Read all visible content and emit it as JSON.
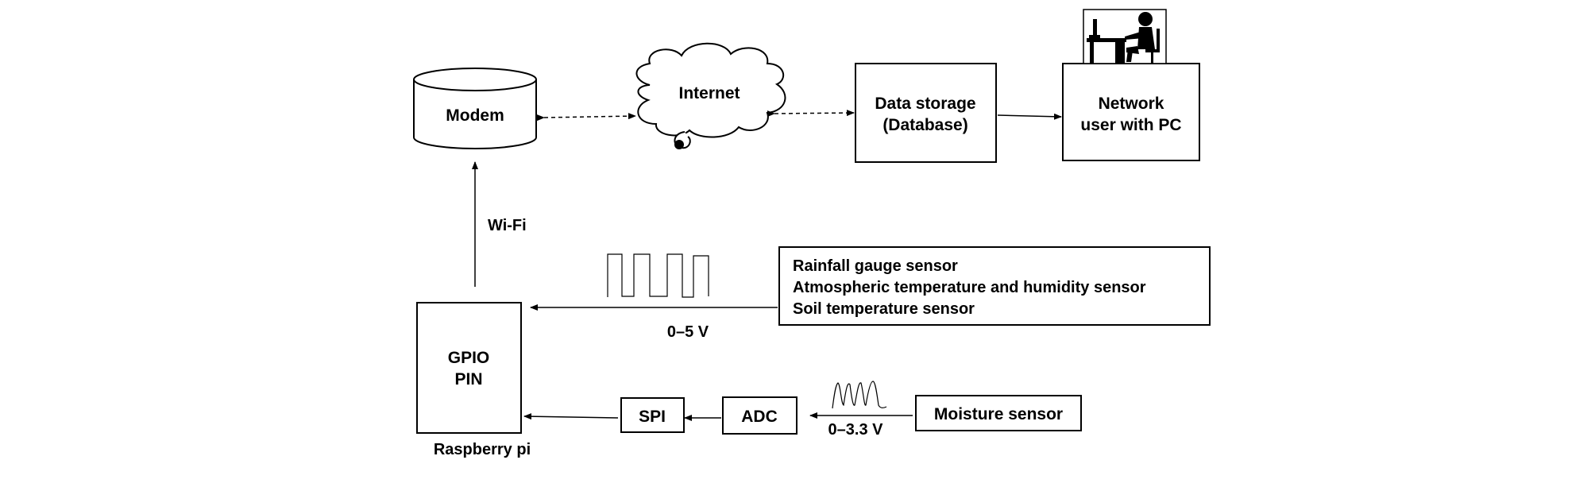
{
  "diagram": {
    "nodes": {
      "modem": "Modem",
      "internet": "Internet",
      "data_storage": [
        "Data storage",
        "(Database)"
      ],
      "network_user": [
        "Network",
        "user with PC"
      ],
      "gpio": [
        "GPIO",
        "PIN"
      ],
      "raspberry": "Raspberry pi",
      "sensors": [
        "Rainfall gauge sensor",
        "Atmospheric temperature and humidity sensor",
        "Soil temperature sensor"
      ],
      "moisture": "Moisture sensor",
      "adc": "ADC",
      "spi": "SPI"
    },
    "edge_labels": {
      "wifi": "Wi-Fi",
      "digital_voltage": "0–5 V",
      "analog_voltage": "0–3.3 V"
    },
    "icons": {
      "user_pc": "person-at-computer-icon",
      "digital_signal": "square-wave-icon",
      "analog_signal": "analog-wave-icon"
    }
  }
}
